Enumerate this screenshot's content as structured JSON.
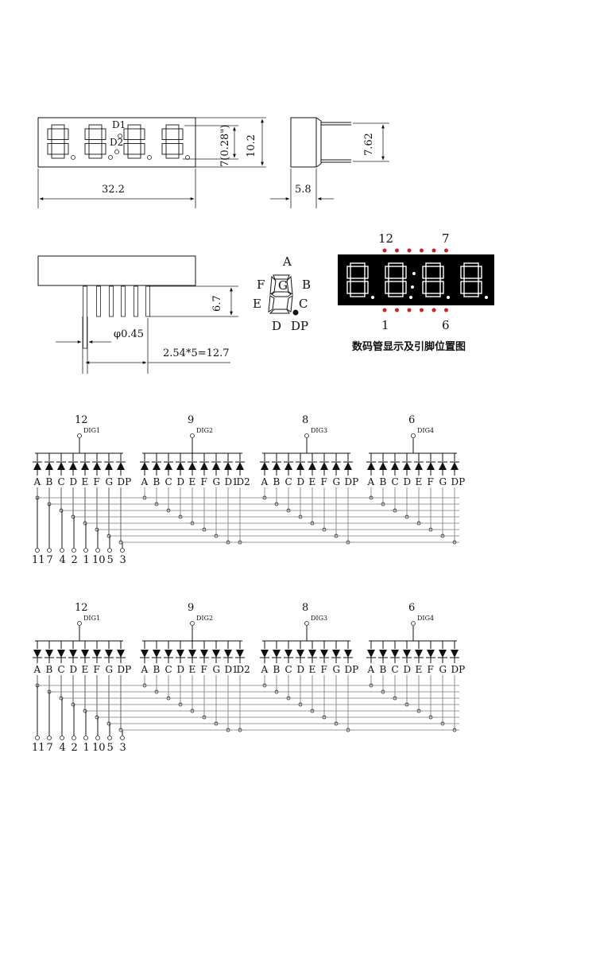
{
  "dimensions": {
    "width": "32.2",
    "height": "10.2",
    "digit_height": "7(0.28\")",
    "depth": "5.8",
    "pin_row_spacing": "7.62",
    "pin_length": "6.7",
    "pin_diameter": "φ0.45",
    "pin_pitch": "2.54*5=12.7",
    "colon_labels": [
      "D1",
      "D2"
    ]
  },
  "segment_diagram": {
    "labels": {
      "a": "A",
      "f": "F",
      "g": "G",
      "b": "B",
      "e": "E",
      "c": "C",
      "d": "D",
      "dp": "DP"
    }
  },
  "display_photo": {
    "pin_top_left": "12",
    "pin_top_right": "7",
    "pin_bottom_left": "1",
    "pin_bottom_right": "6",
    "caption": "数码管显示及引脚位置图",
    "colors": {
      "background": "#000000",
      "segment": "#ffffff",
      "pin_dot": "#cc2222"
    }
  },
  "schematics": [
    {
      "variant": "common-cathode",
      "digits": [
        {
          "pin": "12",
          "name": "DIG1",
          "segments": [
            "A",
            "B",
            "C",
            "D",
            "E",
            "F",
            "G",
            "DP"
          ]
        },
        {
          "pin": "9",
          "name": "DIG2",
          "segments": [
            "A",
            "B",
            "C",
            "D",
            "E",
            "F",
            "G",
            "D1",
            "D2"
          ]
        },
        {
          "pin": "8",
          "name": "DIG3",
          "segments": [
            "A",
            "B",
            "C",
            "D",
            "E",
            "F",
            "G",
            "DP"
          ]
        },
        {
          "pin": "6",
          "name": "DIG4",
          "segments": [
            "A",
            "B",
            "C",
            "D",
            "E",
            "F",
            "G",
            "DP"
          ]
        }
      ],
      "segment_pins": [
        "11",
        "7",
        "4",
        "2",
        "1",
        "10",
        "5",
        "3"
      ]
    },
    {
      "variant": "common-anode",
      "digits": [
        {
          "pin": "12",
          "name": "DIG1",
          "segments": [
            "A",
            "B",
            "C",
            "D",
            "E",
            "F",
            "G",
            "DP"
          ]
        },
        {
          "pin": "9",
          "name": "DIG2",
          "segments": [
            "A",
            "B",
            "C",
            "D",
            "E",
            "F",
            "G",
            "D1",
            "D2"
          ]
        },
        {
          "pin": "8",
          "name": "DIG3",
          "segments": [
            "A",
            "B",
            "C",
            "D",
            "E",
            "F",
            "G",
            "DP"
          ]
        },
        {
          "pin": "6",
          "name": "DIG4",
          "segments": [
            "A",
            "B",
            "C",
            "D",
            "E",
            "F",
            "G",
            "DP"
          ]
        }
      ],
      "segment_pins": [
        "11",
        "7",
        "4",
        "2",
        "1",
        "10",
        "5",
        "3"
      ]
    }
  ]
}
